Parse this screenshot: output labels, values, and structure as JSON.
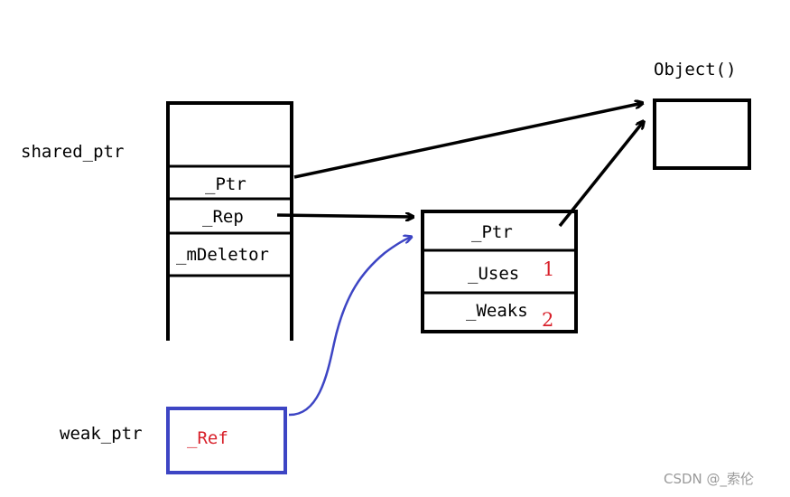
{
  "labels": {
    "shared_ptr": "shared_ptr",
    "weak_ptr": "weak_ptr",
    "object": "Object()"
  },
  "shared_ptr_fields": {
    "ptr": "_Ptr",
    "rep": "_Rep",
    "deletor": "_mDeletor"
  },
  "ref_count_block": {
    "ptr": "_Ptr",
    "uses": "_Uses",
    "uses_count": "1",
    "weaks": "_Weaks",
    "weaks_count": "2"
  },
  "weak_ptr_fields": {
    "ref": "_Ref"
  },
  "watermark": "CSDN @_索伦",
  "colors": {
    "stroke": "#000000",
    "weak_ptr": "#3d45c4",
    "highlight": "#d8202a",
    "watermark": "#9a9a9a"
  }
}
